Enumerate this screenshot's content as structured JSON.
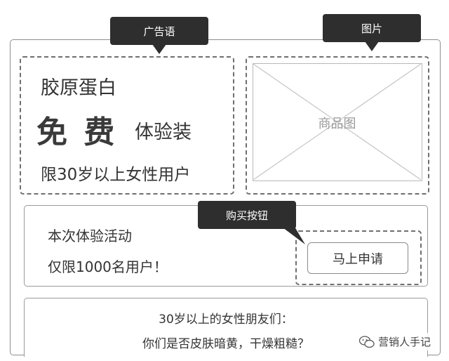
{
  "callouts": {
    "ad_slogan": "广告语",
    "image": "图片",
    "buy_button": "购买按钮"
  },
  "ad": {
    "line1": "胶原蛋白",
    "free": "免 费",
    "trial": "体验装",
    "limit": "限30岁以上女性用户"
  },
  "product_image": {
    "label": "商品图"
  },
  "activity": {
    "line1": "本次体验活动",
    "line2": "仅限1000名用户！",
    "apply_label": "马上申请"
  },
  "message": {
    "line1": "30岁以上的女性朋友们：",
    "line2": "你们是否皮肤暗黄，干燥粗糙？"
  },
  "watermark": {
    "text": "营销人手记"
  },
  "colors": {
    "callout_bg": "#2e2e2e",
    "dashed_border": "#6f6f6f"
  }
}
